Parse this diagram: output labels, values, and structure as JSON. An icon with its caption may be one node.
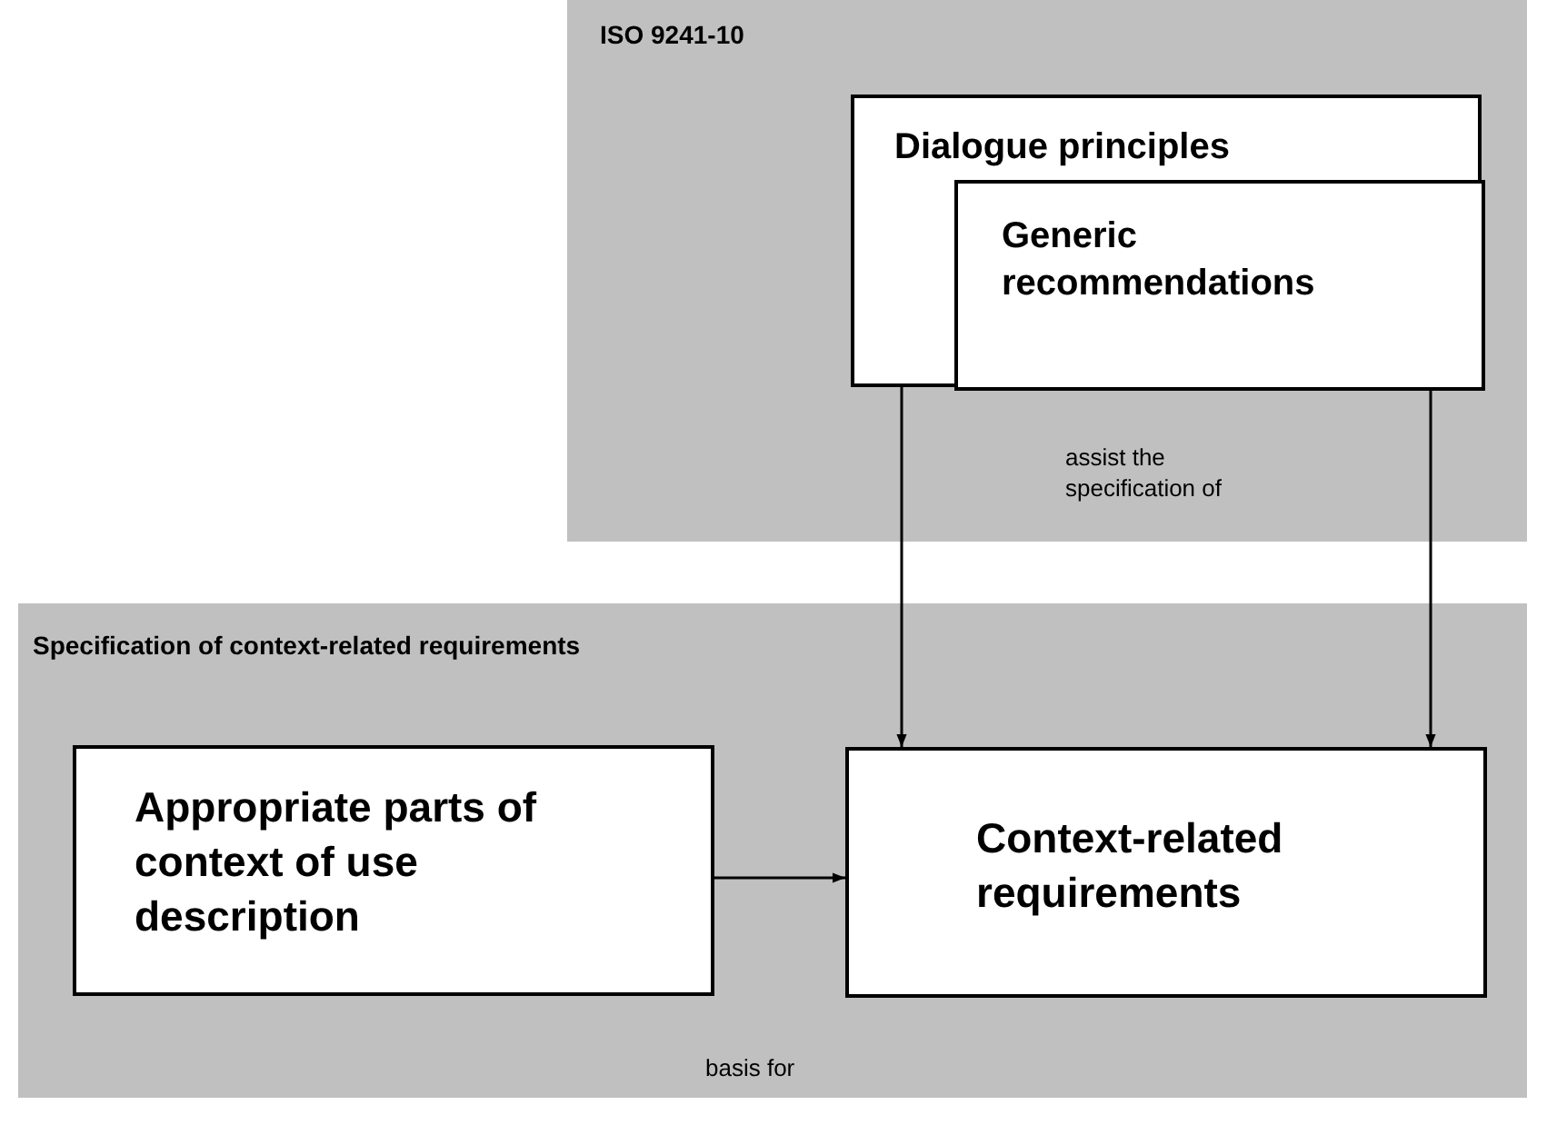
{
  "diagram": {
    "nodes": [
      {
        "text": [
          "ISO 9241-10"
        ]
      },
      {
        "text": [
          "Dialogue principles"
        ],
        "in": 0
      },
      {
        "text": [
          "Generic recommendations"
        ],
        "in": 1
      },
      {
        "text": [
          "Specification of context-related requirements"
        ]
      },
      {
        "text": [
          "Appropriate parts of context of use description"
        ],
        "in": 3
      },
      {
        "text": [
          "Context-related requirements"
        ],
        "in": 3
      }
    ],
    "edges": [
      {
        "from": 1,
        "to": 5,
        "arrow": "to"
      },
      {
        "from": 2,
        "to": 5,
        "arrow": "to"
      },
      {
        "from": 4,
        "to": 5,
        "arrow": "to"
      }
    ],
    "labels": [
      "assist the specification of",
      "basis for"
    ]
  }
}
